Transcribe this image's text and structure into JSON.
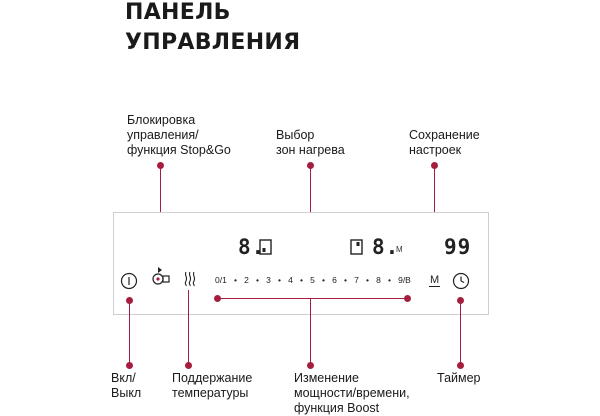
{
  "title": {
    "line1": "ПАНЕЛЬ",
    "line2": "УПРАВЛЕНИЯ"
  },
  "labels": {
    "lock": "Блокировка\nуправления/\nфункция Stop&Go",
    "zones": "Выбор\nзон нагрева",
    "save": "Сохранение\nнастроек",
    "power": "Вкл/\nВыкл",
    "keepwarm": "Поддержание\nтемпературы",
    "level": "Изменение\nмощности/времени,\nфункция Boost",
    "timer": "Таймер"
  },
  "display": {
    "left_digit": "8.",
    "right_digit": "8.",
    "timer_digits": "99",
    "small_m": "M",
    "memory_key": "M"
  },
  "scale": [
    "0/1",
    "•",
    "2",
    "•",
    "3",
    "•",
    "4",
    "•",
    "5",
    "•",
    "6",
    "•",
    "7",
    "•",
    "8",
    "•",
    "9/B"
  ],
  "colors": {
    "accent": "#a51e3f",
    "panel_border": "#cfcfcf",
    "text": "#1a1a1a"
  },
  "icons": {
    "power": "power-icon",
    "lock": "child-lock-icon",
    "keepwarm": "steam-icon",
    "zone_left": "zone-left-icon",
    "zone_right": "zone-right-icon",
    "timer": "clock-icon"
  }
}
